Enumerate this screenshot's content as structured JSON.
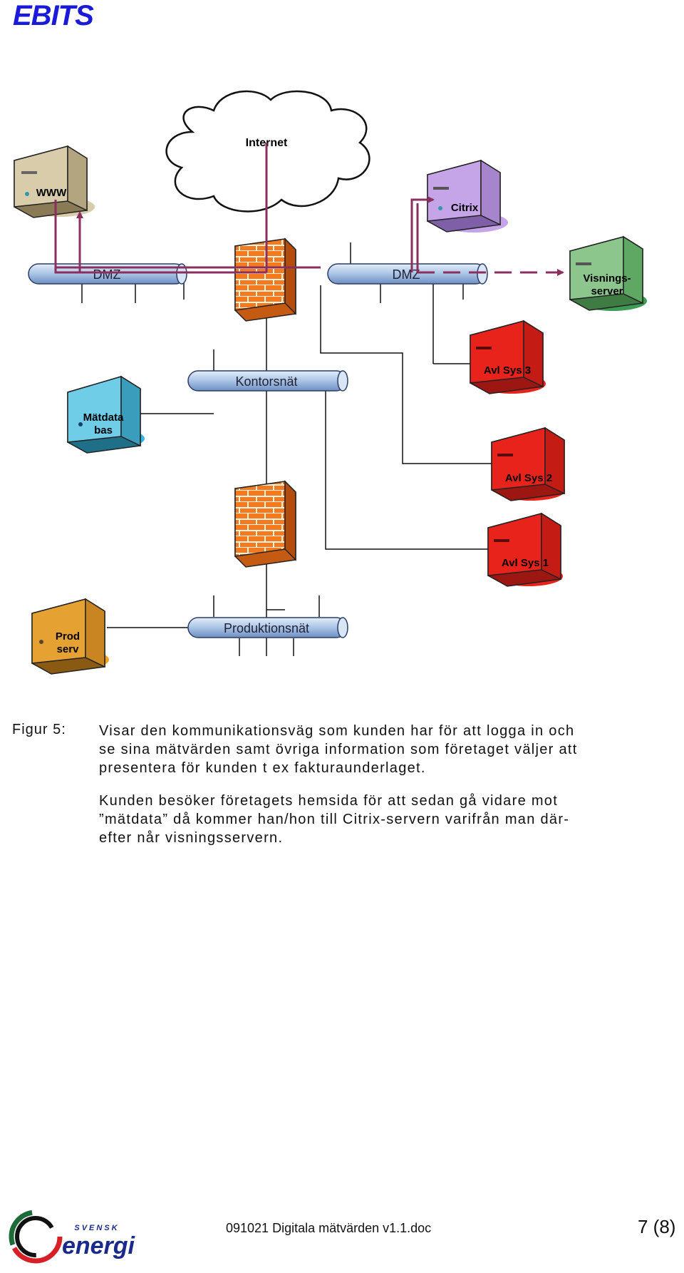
{
  "header": {
    "brand": "EBITS"
  },
  "diagram": {
    "cloud_label": "Internet",
    "servers": {
      "www": "WWW",
      "citrix": "Citrix",
      "visning_1": "Visnings-",
      "visning_2": "server",
      "avl3": "Avl Sys 3",
      "avl2": "Avl Sys 2",
      "avl1": "Avl Sys 1",
      "matdata_1": "Mätdata",
      "matdata_2": "bas",
      "prod_1": "Prod",
      "prod_2": "serv"
    },
    "networks": {
      "dmz_left": "DMZ",
      "dmz_right": "DMZ",
      "kontor": "Kontorsnät",
      "produktion": "Produktionsnät"
    },
    "colors": {
      "arrow": "#8b2f5e",
      "pipe": "#a9c3e6",
      "firewall": "#f47a1f",
      "www": "#d8ccaa",
      "citrix": "#c6a4e8",
      "visning": "#66b46a",
      "avl": "#e8231c",
      "matdata": "#35b6de",
      "prod": "#e6a133"
    }
  },
  "caption": {
    "label": "Figur 5:",
    "p1_l1": "Visar den kommunikationsväg som kunden har för att logga in och",
    "p1_l2": "se sina mätvärden samt övriga information som företaget väljer att",
    "p1_l3": "presentera för kunden t ex fakturaunderlaget.",
    "p2_l1": "Kunden besöker företagets hemsida för att sedan gå vidare mot",
    "p2_l2": "”mätdata” då kommer han/hon till Citrix-servern varifrån man där-",
    "p2_l3": "efter når visningsservern."
  },
  "footer": {
    "filename": "091021 Digitala mätvärden  v1.1.doc",
    "page": "7 (8)",
    "logo_top": "SVENSK",
    "logo_main": "energi"
  }
}
